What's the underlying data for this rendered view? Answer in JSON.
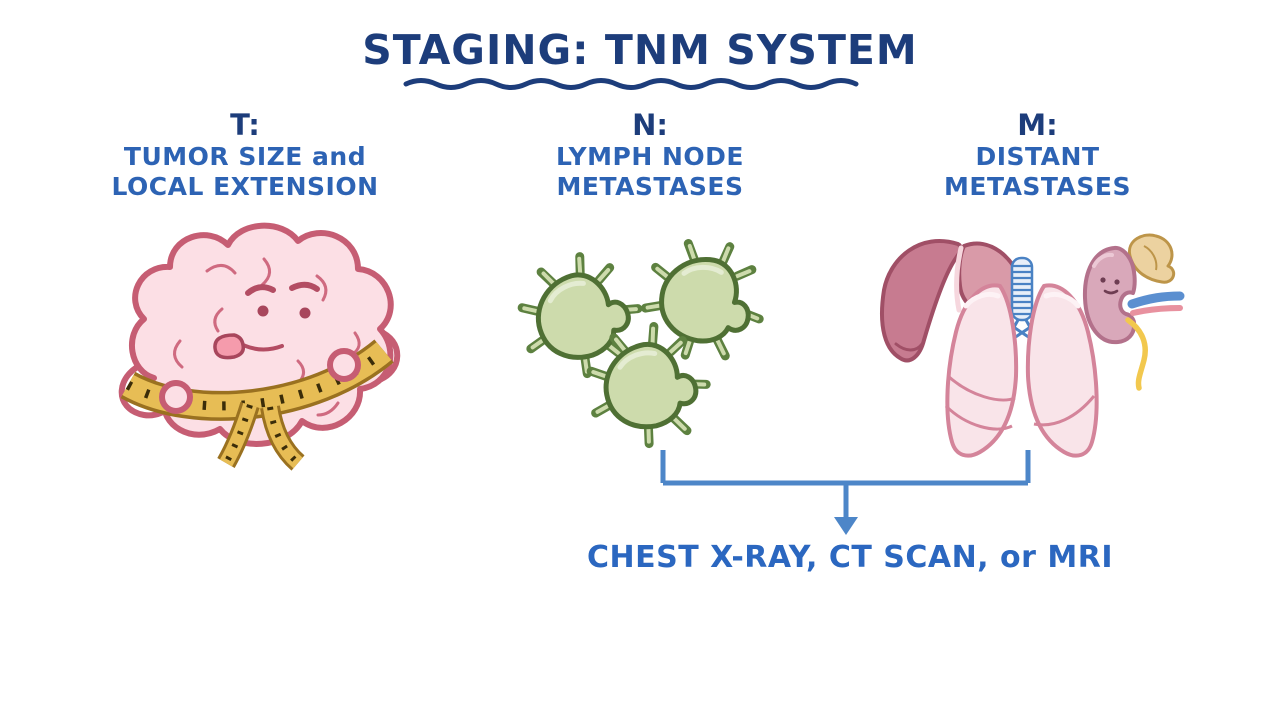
{
  "title": "STAGING: TNM SYSTEM",
  "columns": [
    {
      "key": "T:",
      "lines": [
        "TUMOR SIZE and",
        "LOCAL EXTENSION"
      ],
      "icon": "brain-with-measuring-tape"
    },
    {
      "key": "N:",
      "lines": [
        "LYMPH NODE",
        "METASTASES"
      ],
      "icon": "lymph-nodes-cluster"
    },
    {
      "key": "M:",
      "lines": [
        "DISTANT",
        "METASTASES"
      ],
      "icon": "liver-lungs-kidney"
    }
  ],
  "caption": "CHEST X-RAY, CT SCAN, or MRI",
  "connector": {
    "joins": [
      "N",
      "M"
    ],
    "points_to": "CHEST X-RAY, CT SCAN, or MRI"
  },
  "colors": {
    "title_navy": "#1d3d7b",
    "header_blue": "#2d63b4",
    "caption_blue": "#2b67c0",
    "connector_blue": "#4d86c8",
    "lymph_fill": "#cddbac",
    "lymph_stroke": "#55783a",
    "brain_pink": "#fcdfe5",
    "brain_outline": "#c65d73",
    "tape_gold": "#e7bd55",
    "liver_dark": "#c77b90",
    "liver_light": "#d99aa8",
    "lung_pink": "#f9e4e9",
    "lung_outline": "#d4849a",
    "kidney_mauve": "#d9a8ba",
    "adrenal_tan": "#ecd2a0",
    "ureter_yellow": "#f2c84e",
    "vein_blue": "#5b8fd0"
  }
}
